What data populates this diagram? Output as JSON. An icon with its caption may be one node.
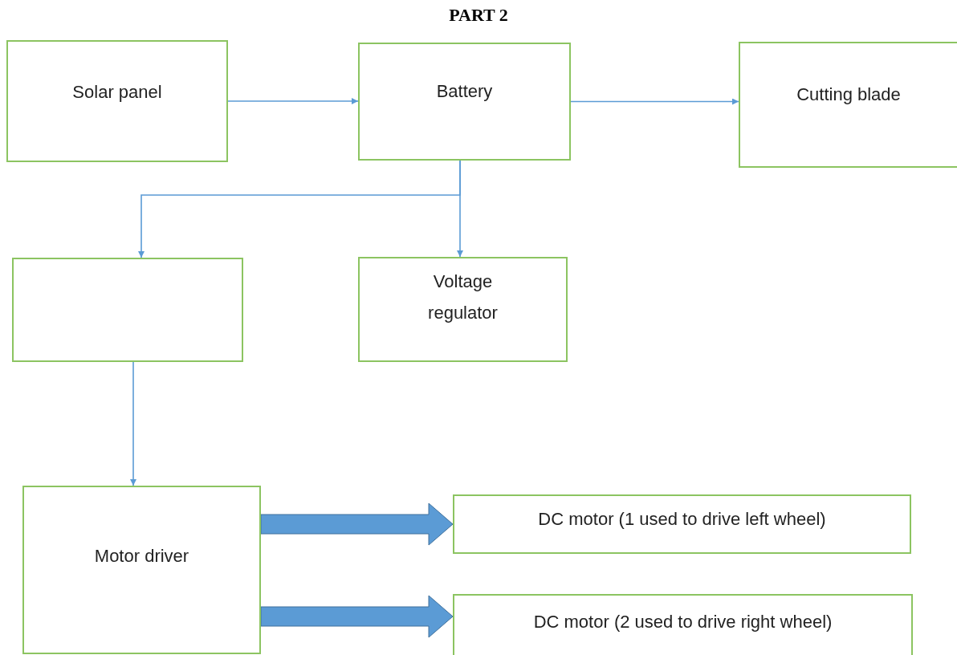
{
  "diagram": {
    "title": "PART 2",
    "nodes": [
      {
        "text": [
          "Solar panel"
        ]
      },
      {
        "text": [
          "Battery"
        ]
      },
      {
        "text": [
          "Cutting blade"
        ]
      },
      {
        "text": [],
        "shape": "box"
      },
      {
        "text": [
          "Voltage regulator"
        ]
      },
      {
        "text": [
          "Motor driver"
        ]
      },
      {
        "text": [
          "DC motor (1 used to drive left wheel)"
        ]
      },
      {
        "text": [
          "DC motor (2 used to drive right wheel)"
        ]
      }
    ],
    "edges": [
      {
        "from": 0,
        "to": 1,
        "arrow": "to"
      },
      {
        "from": 1,
        "to": 2,
        "arrow": "to"
      },
      {
        "from": 1,
        "to": 3,
        "arrow": "to"
      },
      {
        "from": 1,
        "to": 4,
        "arrow": "to"
      },
      {
        "from": 3,
        "to": 5,
        "arrow": "to"
      },
      {
        "from": 5,
        "to": 6,
        "arrow": "to",
        "style": "thick"
      },
      {
        "from": 5,
        "to": 7,
        "arrow": "to",
        "style": "thick"
      }
    ]
  }
}
